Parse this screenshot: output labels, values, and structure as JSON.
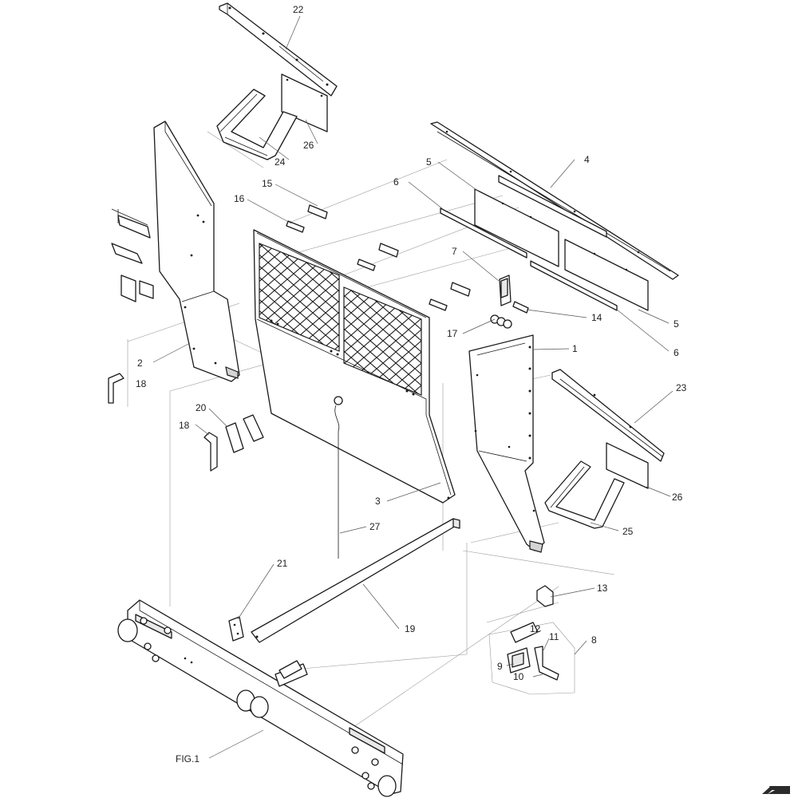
{
  "diagram": {
    "figure_label": "FIG.1",
    "callouts": {
      "c1": "1",
      "c2": "2",
      "c3": "3",
      "c4": "4",
      "c5a": "5",
      "c5b": "5",
      "c6a": "6",
      "c6b": "6",
      "c7": "7",
      "c8": "8",
      "c9": "9",
      "c10": "10",
      "c11": "11",
      "c12": "12",
      "c13": "13",
      "c14": "14",
      "c15": "15",
      "c16": "16",
      "c17": "17",
      "c18a": "18",
      "c18b": "18",
      "c19": "19",
      "c20": "20",
      "c21": "21",
      "c22": "22",
      "c23": "23",
      "c24": "24",
      "c25": "25",
      "c26a": "26",
      "c26b": "26",
      "c27": "27"
    },
    "colors": {
      "line": "#1a1a1a",
      "leader": "#555555",
      "brand": "#2b2b2b"
    },
    "icons": {
      "brand_logo": "brand-logo-icon"
    }
  }
}
